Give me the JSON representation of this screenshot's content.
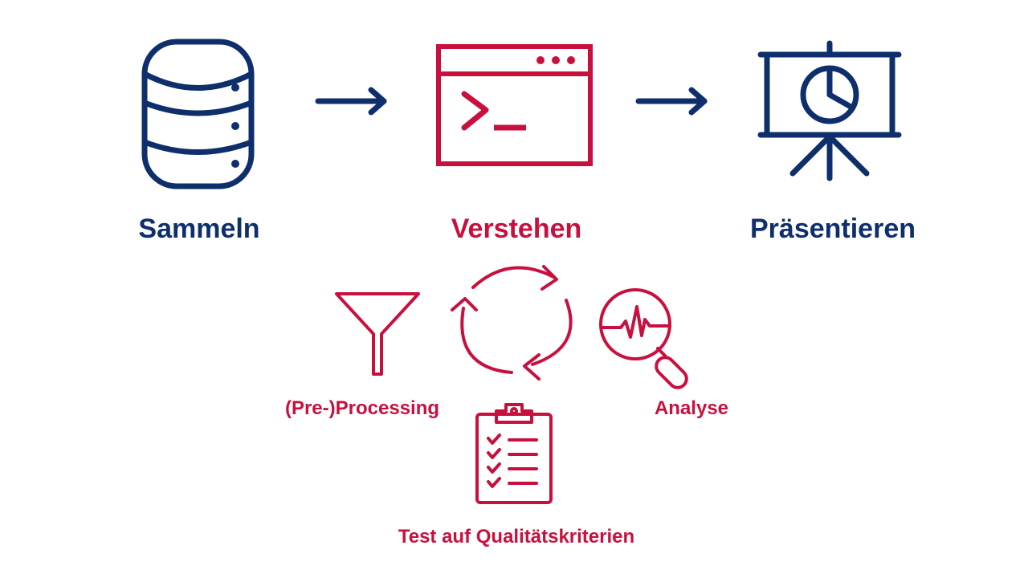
{
  "colors": {
    "primary": "#0e2f6b",
    "accent": "#c8103e"
  },
  "steps": [
    {
      "label": "Sammeln",
      "icon": "database-icon"
    },
    {
      "label": "Verstehen",
      "icon": "terminal-window-icon"
    },
    {
      "label": "Präsentieren",
      "icon": "presentation-board-icon"
    }
  ],
  "cycle": {
    "icon": "cycle-arrows-icon",
    "items": [
      {
        "label": "(Pre-)Processing",
        "icon": "funnel-icon"
      },
      {
        "label": "Analyse",
        "icon": "magnifier-pulse-icon"
      },
      {
        "label": "Test auf Qualitätskriterien",
        "icon": "checklist-clipboard-icon"
      }
    ]
  }
}
